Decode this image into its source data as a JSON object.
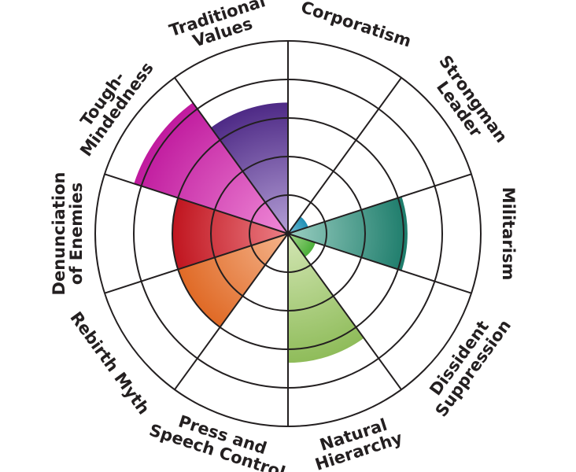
{
  "chart_data": {
    "type": "polar-area",
    "title": "",
    "rlim": [
      0,
      5
    ],
    "ring_count": 5,
    "grid": true,
    "legend": "none",
    "categories": [
      {
        "lines": [
          "Corporatism"
        ],
        "value": 0.0,
        "color_outer": "#5a3e8c",
        "color_inner": "#a98fcb"
      },
      {
        "lines": [
          "Strongman",
          "Leader"
        ],
        "value": 0.0,
        "color_outer": "#1f8fb5",
        "color_inner": "#7cc3d9"
      },
      {
        "lines": [
          "Militarism"
        ],
        "value": 0.0,
        "color_outer": "#1d7c6b",
        "color_inner": "#9bcfc2"
      },
      {
        "lines": [
          "Dissident",
          "Suppression"
        ],
        "value": 0.0,
        "color_outer": "#4caf3a",
        "color_inner": "#a7d88f"
      },
      {
        "lines": [
          "Natural",
          "Hierarchy"
        ],
        "value": 0.0,
        "color_outer": "#8fbc5a",
        "color_inner": "#d3e6b4"
      },
      {
        "lines": [
          "Press and",
          "Speech Control"
        ],
        "value": 0.0,
        "color_outer": "#f07f9a",
        "color_inner": "#f7bccb"
      },
      {
        "lines": [
          "Rebirth Myth"
        ],
        "value": 0.0,
        "color_outer": "#f07f9a",
        "color_inner": "#f7bccb"
      },
      {
        "lines": [
          "Denunciation",
          "of Enemies"
        ],
        "value": 0.0,
        "color_outer": "#e06a26",
        "color_inner": "#f4b48c"
      },
      {
        "lines": [
          "Tough-",
          "Mindedness"
        ],
        "value": 0.0,
        "color_outer": "#c0151f",
        "color_inner": "#ec7f86"
      },
      {
        "lines": [
          "Traditional",
          "Values"
        ],
        "value": 0.0,
        "color_outer": "#c01a9e",
        "color_inner": "#ef8ad7"
      }
    ],
    "sectors": [
      {
        "category": "Corporatism",
        "value": 0.0,
        "color_outer": "#5a3e8c",
        "color_inner": "#a98fcb"
      },
      {
        "category": "Strongman Leader",
        "value": 0.55,
        "color_outer": "#1f8fb5",
        "color_inner": "#7cc3d9"
      },
      {
        "category": "Militarism",
        "value": 3.1,
        "color_outer": "#1d7c6b",
        "color_inner": "#9bcfc2"
      },
      {
        "category": "Dissident Suppression",
        "value": 0.75,
        "color_outer": "#4caf3a",
        "color_inner": "#a7d88f"
      },
      {
        "category": "Natural Hierarchy",
        "value": 3.35,
        "color_outer": "#8fbc5a",
        "color_inner": "#d3e6b4"
      },
      {
        "category": "Press and Speech Control",
        "value": 0.0,
        "color_outer": "#f07f9a",
        "color_inner": "#f7bccb"
      },
      {
        "category": "Rebirth Myth",
        "value": 3.0,
        "color_outer": "#e06a26",
        "color_inner": "#f4b48c"
      },
      {
        "category": "Denunciation of Enemies",
        "value": 3.0,
        "color_outer": "#c0151f",
        "color_inner": "#ec7f86"
      },
      {
        "category": "Tough-Mindedness",
        "value": 4.2,
        "color_outer": "#c01a9e",
        "color_inner": "#ef8ad7"
      },
      {
        "category": "Traditional Values",
        "value": 3.4,
        "color_outer": "#4e2a86",
        "color_inner": "#b49fd6"
      }
    ]
  }
}
